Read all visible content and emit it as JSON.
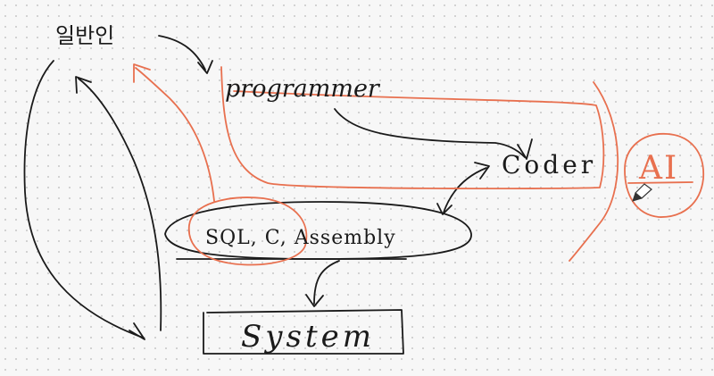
{
  "diagram": {
    "nodes": {
      "general_person": "일반인",
      "programmer": "programmer",
      "coder": "Coder",
      "languages": "SQL, C, Assembly",
      "system": "System",
      "ai": "AI"
    },
    "colors": {
      "ink": "#1a1a1a",
      "accent": "#e8704f",
      "background": "#f7f7f7"
    }
  }
}
